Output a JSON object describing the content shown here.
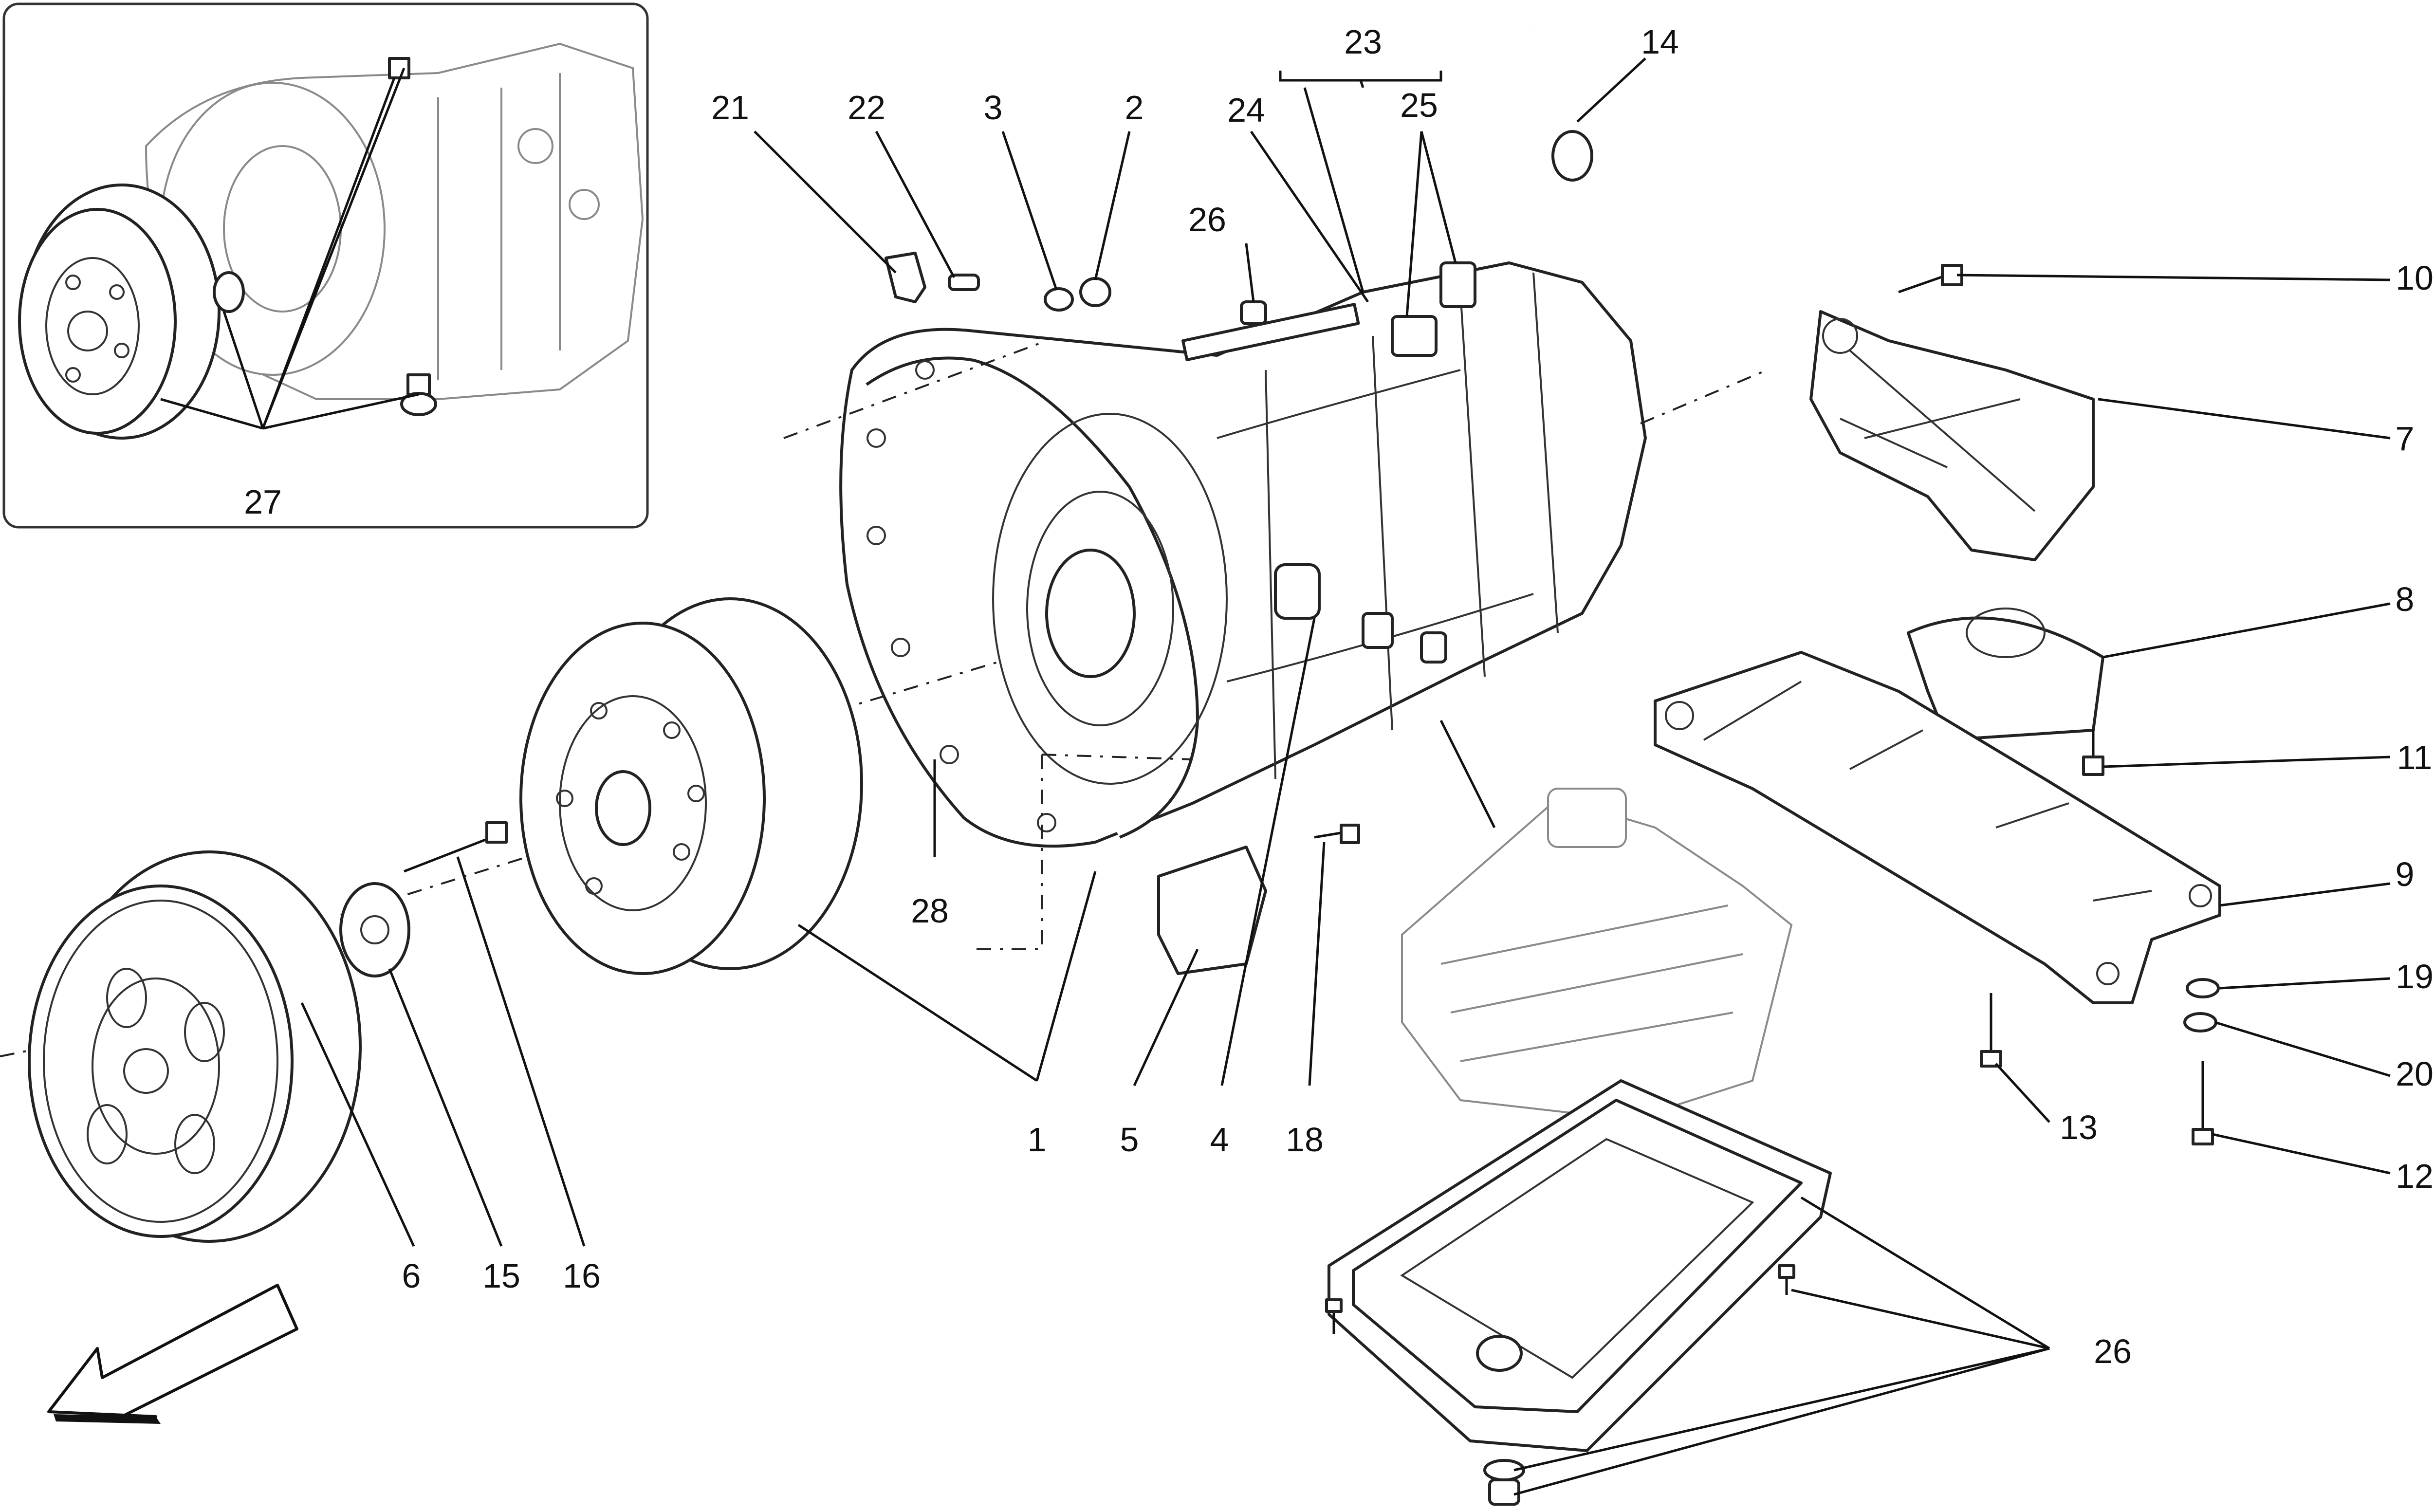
{
  "labels": {
    "l1": "1",
    "l2": "2",
    "l3": "3",
    "l4": "4",
    "l5": "5",
    "l6": "6",
    "l7": "7",
    "l8": "8",
    "l9": "9",
    "l10": "10",
    "l11": "11",
    "l12": "12",
    "l13": "13",
    "l14": "14",
    "l15": "15",
    "l16": "16",
    "l18": "18",
    "l19": "19",
    "l20": "20",
    "l21": "21",
    "l22": "22",
    "l23": "23",
    "l24": "24",
    "l25": "25",
    "l26a": "26",
    "l26b": "26",
    "l27": "27",
    "l28": "28"
  },
  "icons": {
    "arrow": "direction-arrow-icon"
  },
  "colors": {
    "line": "#111111",
    "background": "#ffffff",
    "inset_line": "#8a8a8a"
  }
}
